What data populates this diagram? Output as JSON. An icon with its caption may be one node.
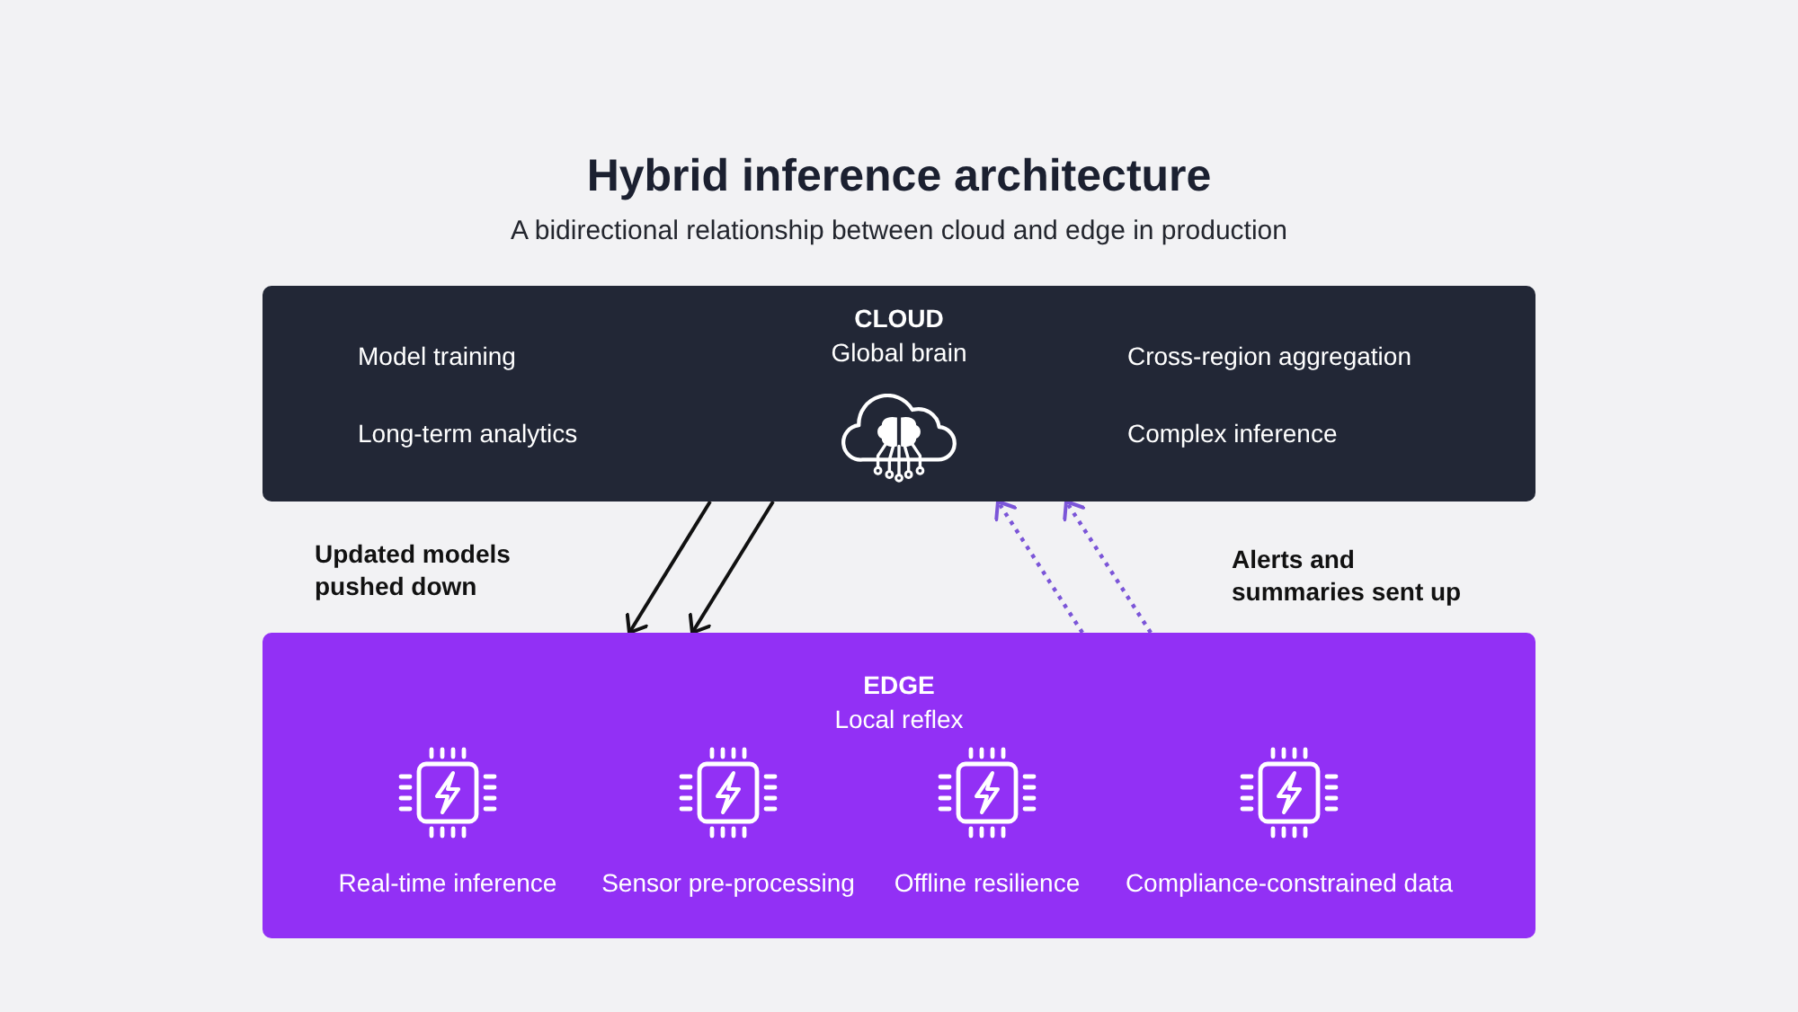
{
  "diagram": {
    "title": "Hybrid inference architecture",
    "caption": "A bidirectional relationship between cloud and edge in production",
    "nodes": [
      {
        "text": [
          "CLOUD",
          "Model training",
          "Global brain",
          "Cross-region aggregation",
          "Long-term analytics",
          "Complex inference"
        ]
      },
      {
        "text": [
          "EDGE",
          "Local reflex",
          "Real-time inference",
          "Sensor pre-processing",
          "Offline resilience",
          "Compliance-constrained data"
        ]
      }
    ],
    "edges": [
      {
        "from": 0,
        "to": 1,
        "arrow": "to",
        "label": "Updated models pushed down"
      },
      {
        "from": 0,
        "to": 1,
        "arrow": "to"
      },
      {
        "from": 1,
        "to": 0,
        "arrow": "to",
        "style": "dashed",
        "color": "#7b55d8"
      },
      {
        "from": 1,
        "to": 0,
        "arrow": "to",
        "label": "Alerts and summaries sent up",
        "style": "dashed",
        "color": "#7b55d8"
      }
    ]
  }
}
